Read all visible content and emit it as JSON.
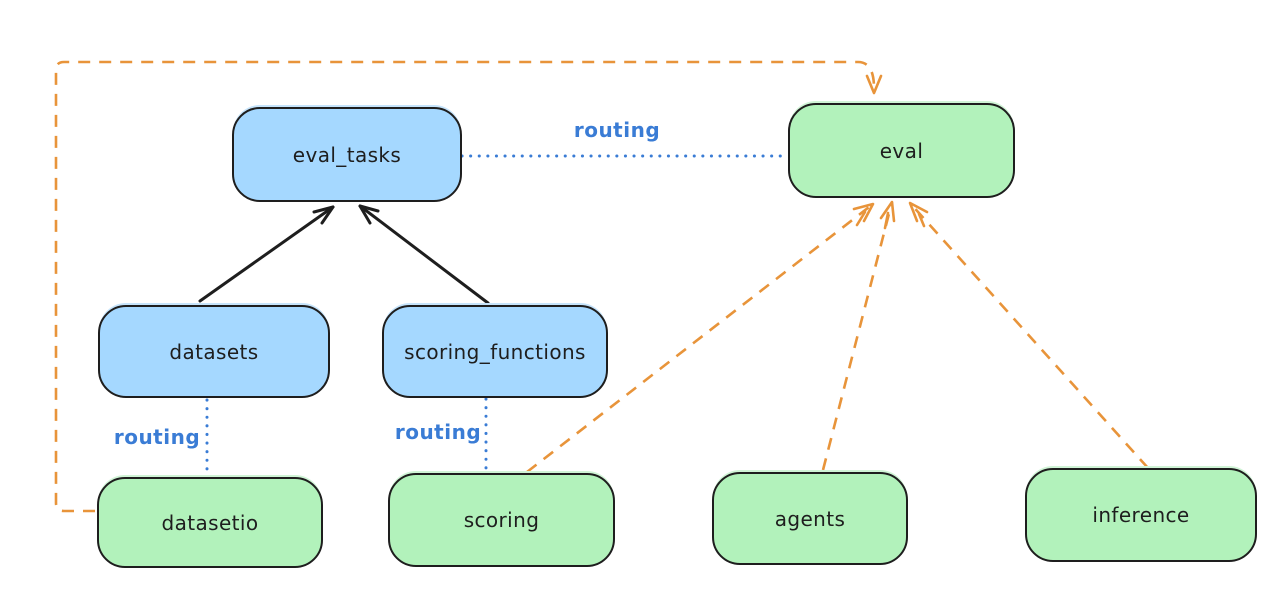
{
  "diagram": {
    "background": "#ffffff",
    "colors": {
      "node_stroke": "#1e1e1e",
      "api_node_fill_blue": "#a5d8ff",
      "provider_node_fill_green": "#b2f2bb",
      "routing_line_blue": "#3a7cd5",
      "provider_arrow_orange": "#e8943a",
      "solid_arrow_black": "#1e1e1e"
    },
    "nodes": [
      {
        "id": "eval_tasks",
        "label": "eval_tasks",
        "color": "blue"
      },
      {
        "id": "eval",
        "label": "eval",
        "color": "green"
      },
      {
        "id": "datasets",
        "label": "datasets",
        "color": "blue"
      },
      {
        "id": "scoring_functions",
        "label": "scoring_functions",
        "color": "blue"
      },
      {
        "id": "datasetio",
        "label": "datasetio",
        "color": "green"
      },
      {
        "id": "scoring",
        "label": "scoring",
        "color": "green"
      },
      {
        "id": "agents",
        "label": "agents",
        "color": "green"
      },
      {
        "id": "inference",
        "label": "inference",
        "color": "green"
      }
    ],
    "edges": [
      {
        "from": "datasets",
        "to": "eval_tasks",
        "style": "solid-black-arrow",
        "label": ""
      },
      {
        "from": "scoring_functions",
        "to": "eval_tasks",
        "style": "solid-black-arrow",
        "label": ""
      },
      {
        "from": "eval_tasks",
        "to": "eval",
        "style": "dotted-blue",
        "label": "routing"
      },
      {
        "from": "datasets",
        "to": "datasetio",
        "style": "dotted-blue",
        "label": "routing"
      },
      {
        "from": "scoring_functions",
        "to": "scoring",
        "style": "dotted-blue",
        "label": "routing"
      },
      {
        "from": "datasetio",
        "to": "eval",
        "style": "dashed-orange-arrow",
        "label": ""
      },
      {
        "from": "scoring",
        "to": "eval",
        "style": "dashed-orange-arrow",
        "label": ""
      },
      {
        "from": "agents",
        "to": "eval",
        "style": "dashed-orange-arrow",
        "label": ""
      },
      {
        "from": "inference",
        "to": "eval",
        "style": "dashed-orange-arrow",
        "label": ""
      }
    ]
  }
}
